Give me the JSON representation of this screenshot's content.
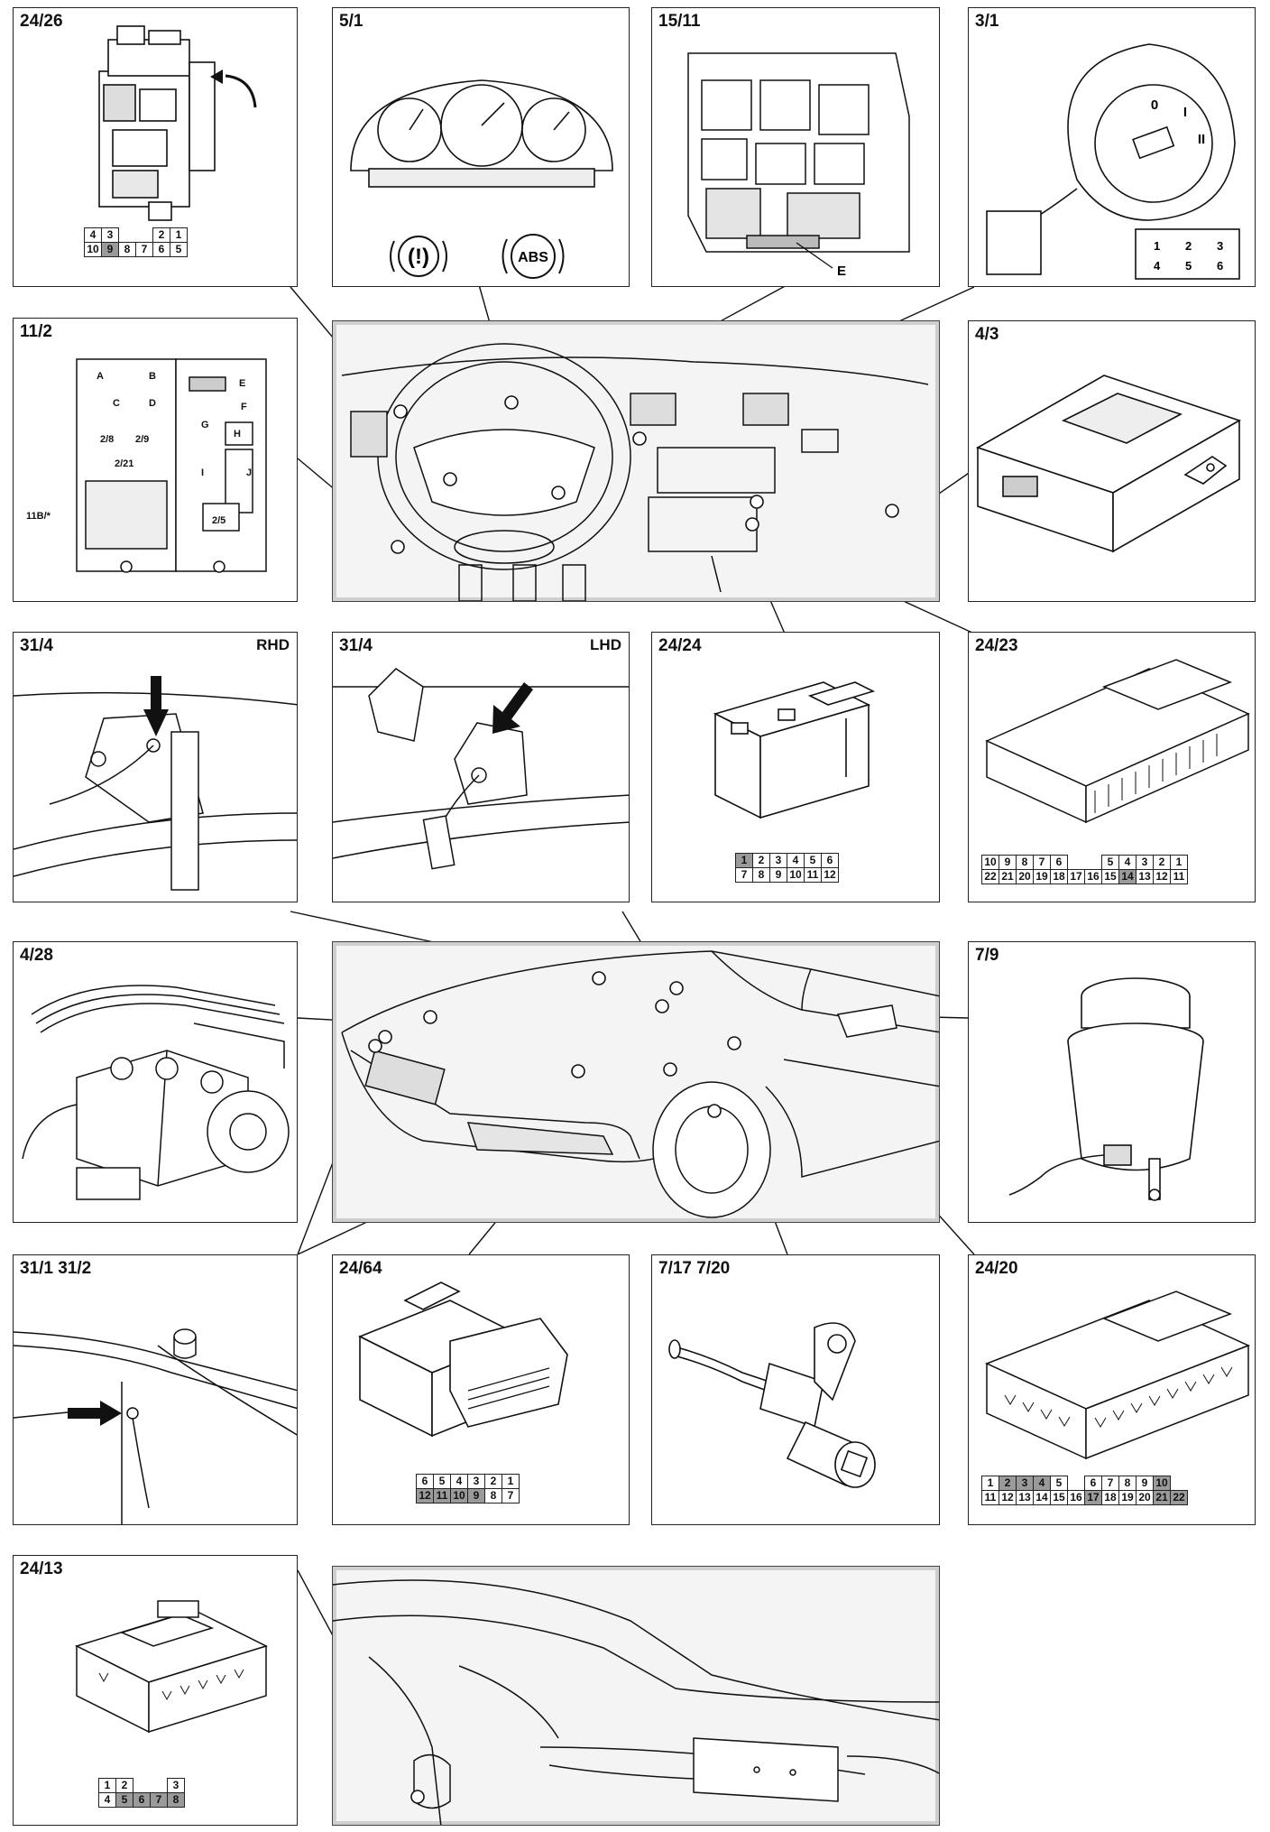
{
  "panels": {
    "p2426": {
      "label": "24/26",
      "pins": [
        [
          "4",
          "3",
          "",
          "",
          "2",
          "1"
        ],
        [
          "10",
          "9",
          "8",
          "7",
          "6",
          "5"
        ]
      ],
      "shaded": [
        "9"
      ]
    },
    "p51": {
      "label": "5/1",
      "warning_symbol": "(!)",
      "abs_symbol": "ABS"
    },
    "p1511": {
      "label": "15/11",
      "callout": "E"
    },
    "p31": {
      "label": "3/1",
      "key_positions": [
        "0",
        "I",
        "II"
      ],
      "pins": [
        [
          "1",
          "2",
          "3"
        ],
        [
          "4",
          "5",
          "6"
        ]
      ]
    },
    "p112": {
      "label": "11/2",
      "fuse_labels": [
        "A",
        "B",
        "C",
        "D",
        "2/8",
        "2/9",
        "2/21",
        "11B/*",
        "E",
        "F",
        "G",
        "H",
        "I",
        "J",
        "2/5"
      ]
    },
    "p43": {
      "label": "4/3"
    },
    "p314rhd": {
      "label": "31/4",
      "side": "RHD"
    },
    "p314lhd": {
      "label": "31/4",
      "side": "LHD"
    },
    "p2424": {
      "label": "24/24",
      "pins": [
        [
          "1",
          "2",
          "3",
          "4",
          "5",
          "6"
        ],
        [
          "7",
          "8",
          "9",
          "10",
          "11",
          "12"
        ]
      ],
      "shaded": [
        "1"
      ]
    },
    "p2423": {
      "label": "24/23",
      "pins": [
        [
          "10",
          "9",
          "8",
          "7",
          "6",
          "",
          "",
          "5",
          "4",
          "3",
          "2",
          "1"
        ],
        [
          "22",
          "21",
          "20",
          "19",
          "18",
          "17",
          "16",
          "15",
          "14",
          "13",
          "12",
          "11"
        ]
      ],
      "shaded": [
        "14"
      ]
    },
    "p428": {
      "label": "4/28"
    },
    "p79": {
      "label": "7/9"
    },
    "p3112": {
      "label": "31/1 31/2"
    },
    "p2464": {
      "label": "24/64",
      "pins": [
        [
          "6",
          "5",
          "4",
          "3",
          "2",
          "1"
        ],
        [
          "12",
          "11",
          "10",
          "9",
          "8",
          "7"
        ]
      ],
      "shaded": [
        "12",
        "11",
        "10",
        "9"
      ]
    },
    "p717": {
      "label": "7/17 7/20"
    },
    "p2420": {
      "label": "24/20",
      "pins": [
        [
          "1",
          "2",
          "3",
          "4",
          "5",
          "",
          "6",
          "7",
          "8",
          "9",
          "10"
        ],
        [
          "11",
          "12",
          "13",
          "14",
          "15",
          "16",
          "17",
          "18",
          "19",
          "20",
          "21",
          "22"
        ]
      ],
      "shaded": [
        "2",
        "3",
        "4",
        "10",
        "17",
        "21",
        "22"
      ]
    },
    "p2413": {
      "label": "24/13",
      "pins": [
        [
          "1",
          "2",
          "",
          "",
          "3"
        ],
        [
          "4",
          "5",
          "6",
          "7",
          "8"
        ]
      ],
      "shaded": [
        "5",
        "6",
        "7",
        "8"
      ]
    }
  }
}
